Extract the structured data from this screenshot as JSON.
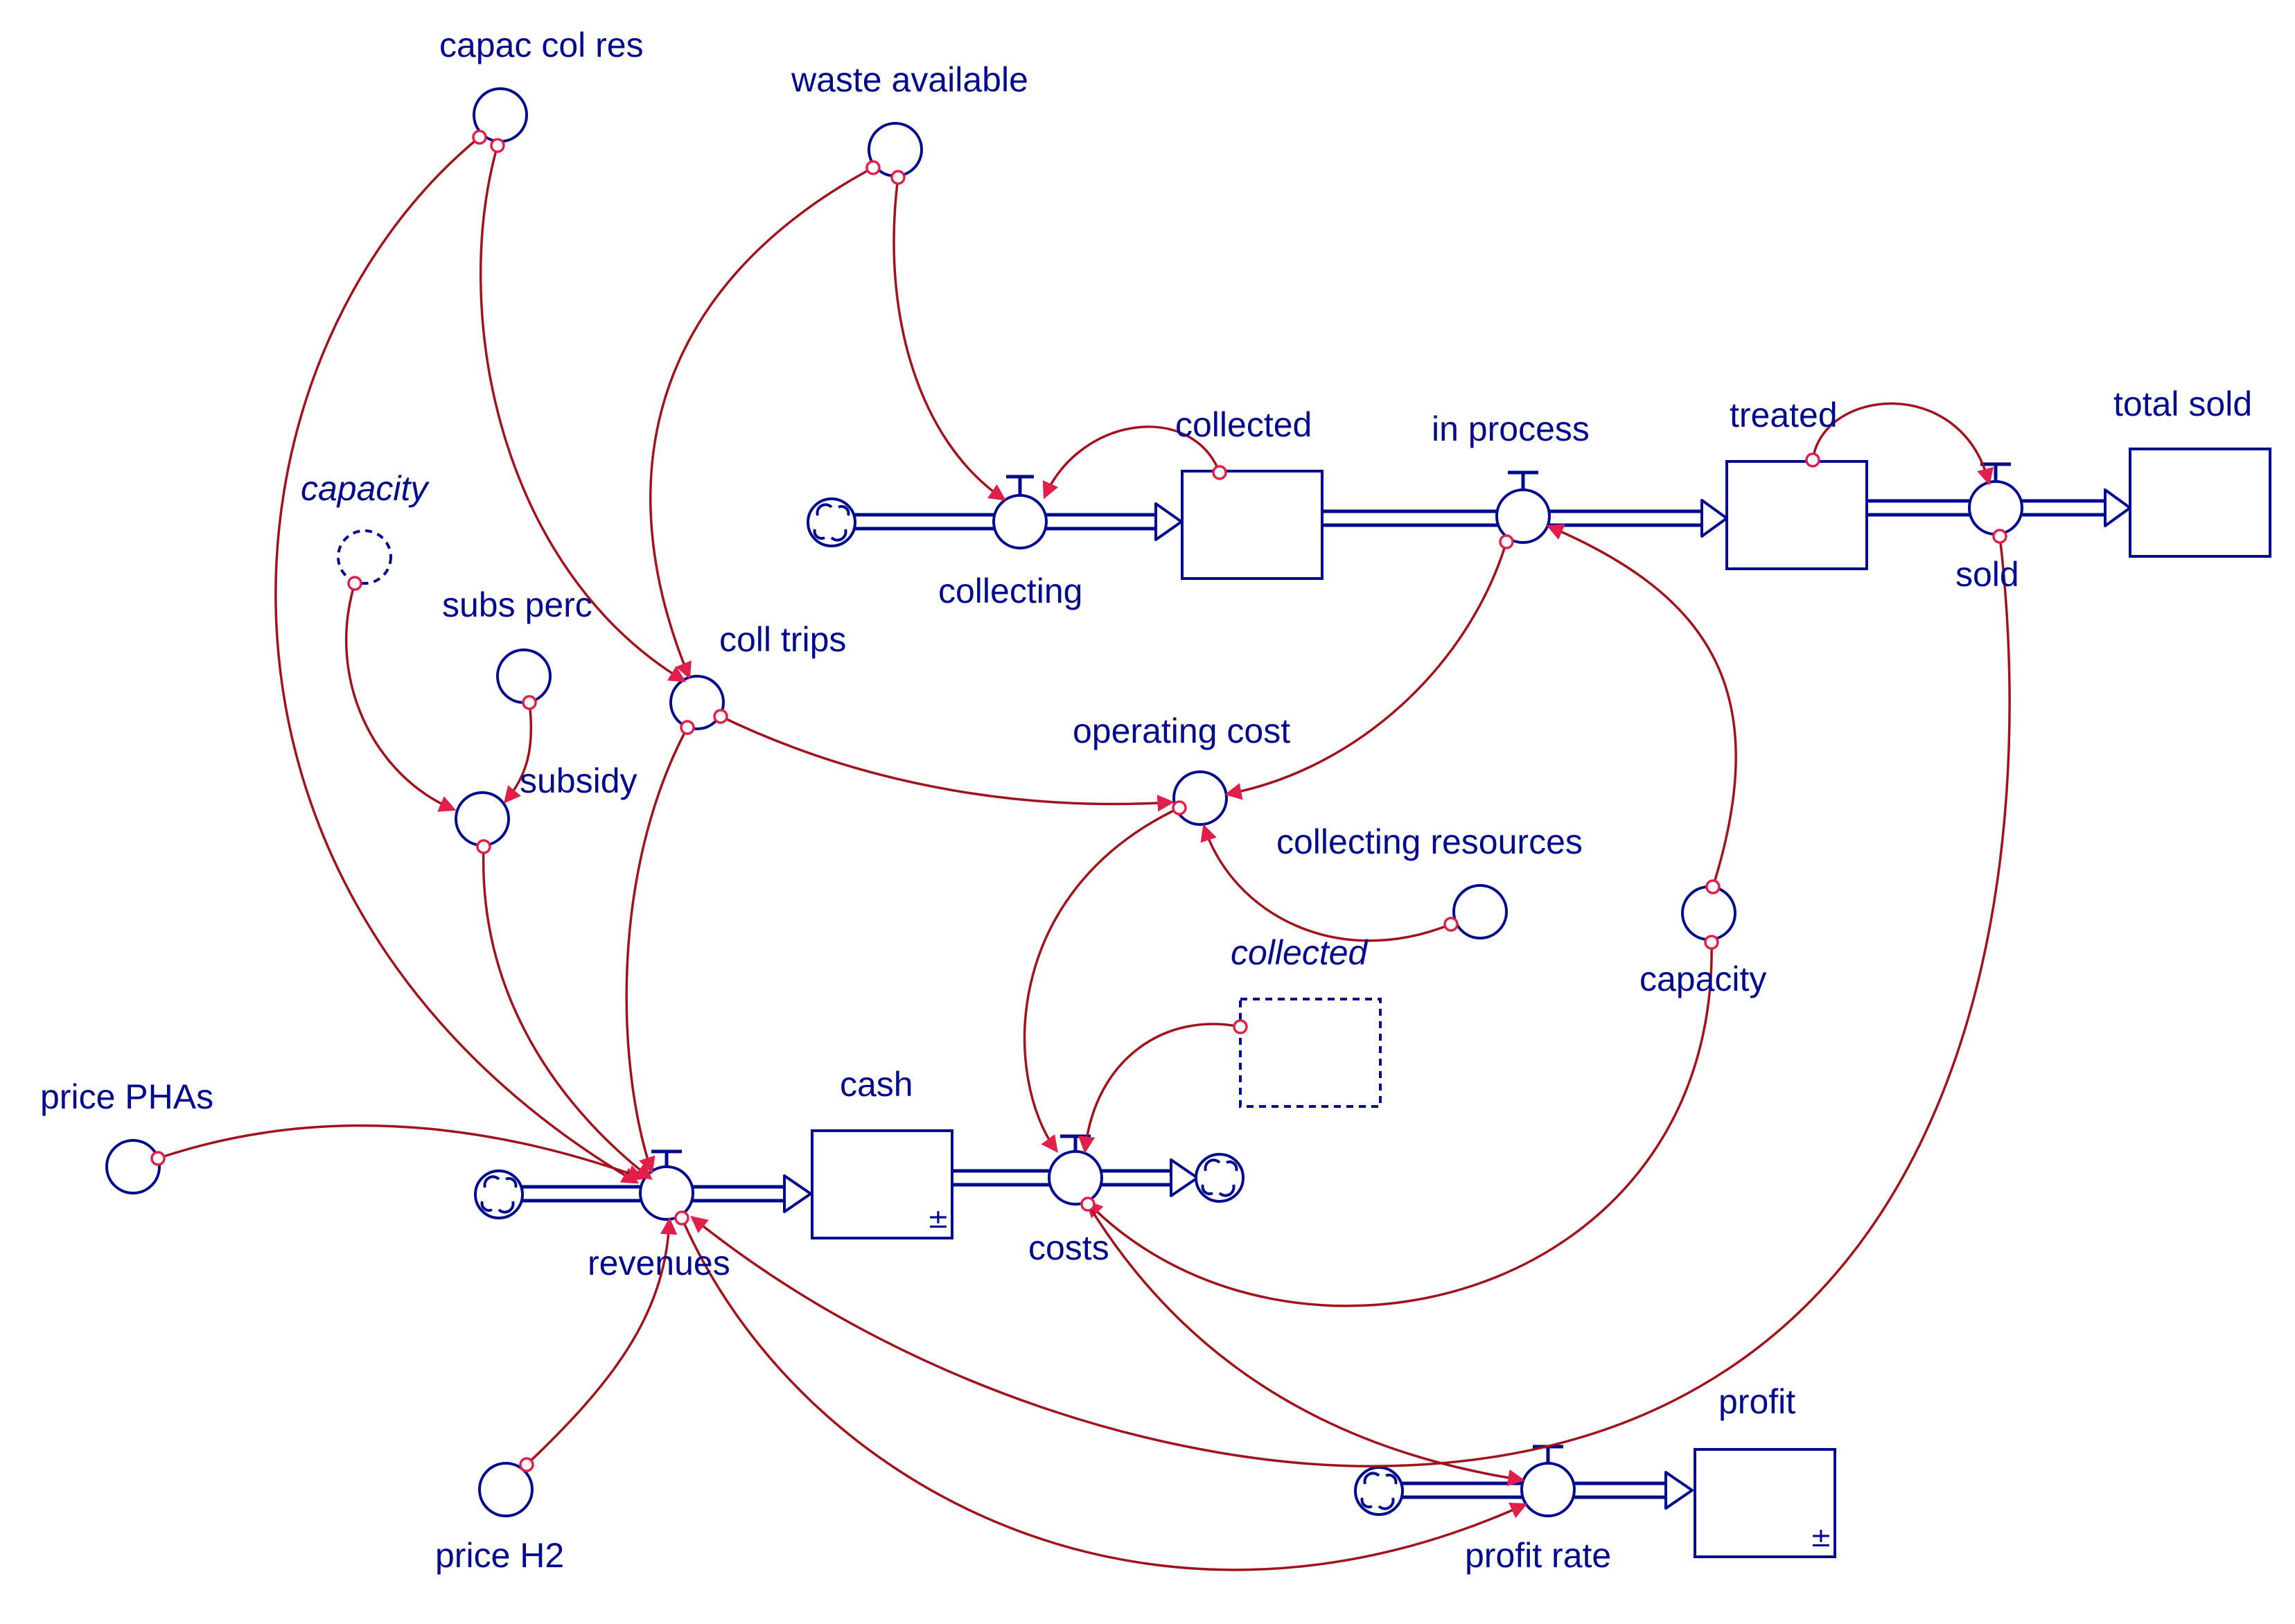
{
  "stocks": {
    "collected": "collected",
    "treated": "treated",
    "total_sold": "total sold",
    "cash": "cash",
    "profit": "profit",
    "collected_ghost": "collected"
  },
  "flows": {
    "collecting": "collecting",
    "in_process": "in process",
    "sold": "sold",
    "revenues": "revenues",
    "costs": "costs",
    "profit_rate": "profit rate"
  },
  "converters": {
    "capac_col_res": "capac col res",
    "waste_available": "waste available",
    "capacity_ghost": "capacity",
    "subs_perc": "subs perc",
    "coll_trips": "coll trips",
    "subsidy": "subsidy",
    "operating_cost": "operating cost",
    "collecting_resources": "collecting resources",
    "capacity": "capacity",
    "price_phas": "price PHAs",
    "price_h2": "price H2"
  },
  "stock_marks": {
    "biflow": "±"
  },
  "colors": {
    "element": "#000a8c",
    "connector": "#a0121c",
    "connector_end": "#e0204a",
    "background": "#ffffff"
  }
}
